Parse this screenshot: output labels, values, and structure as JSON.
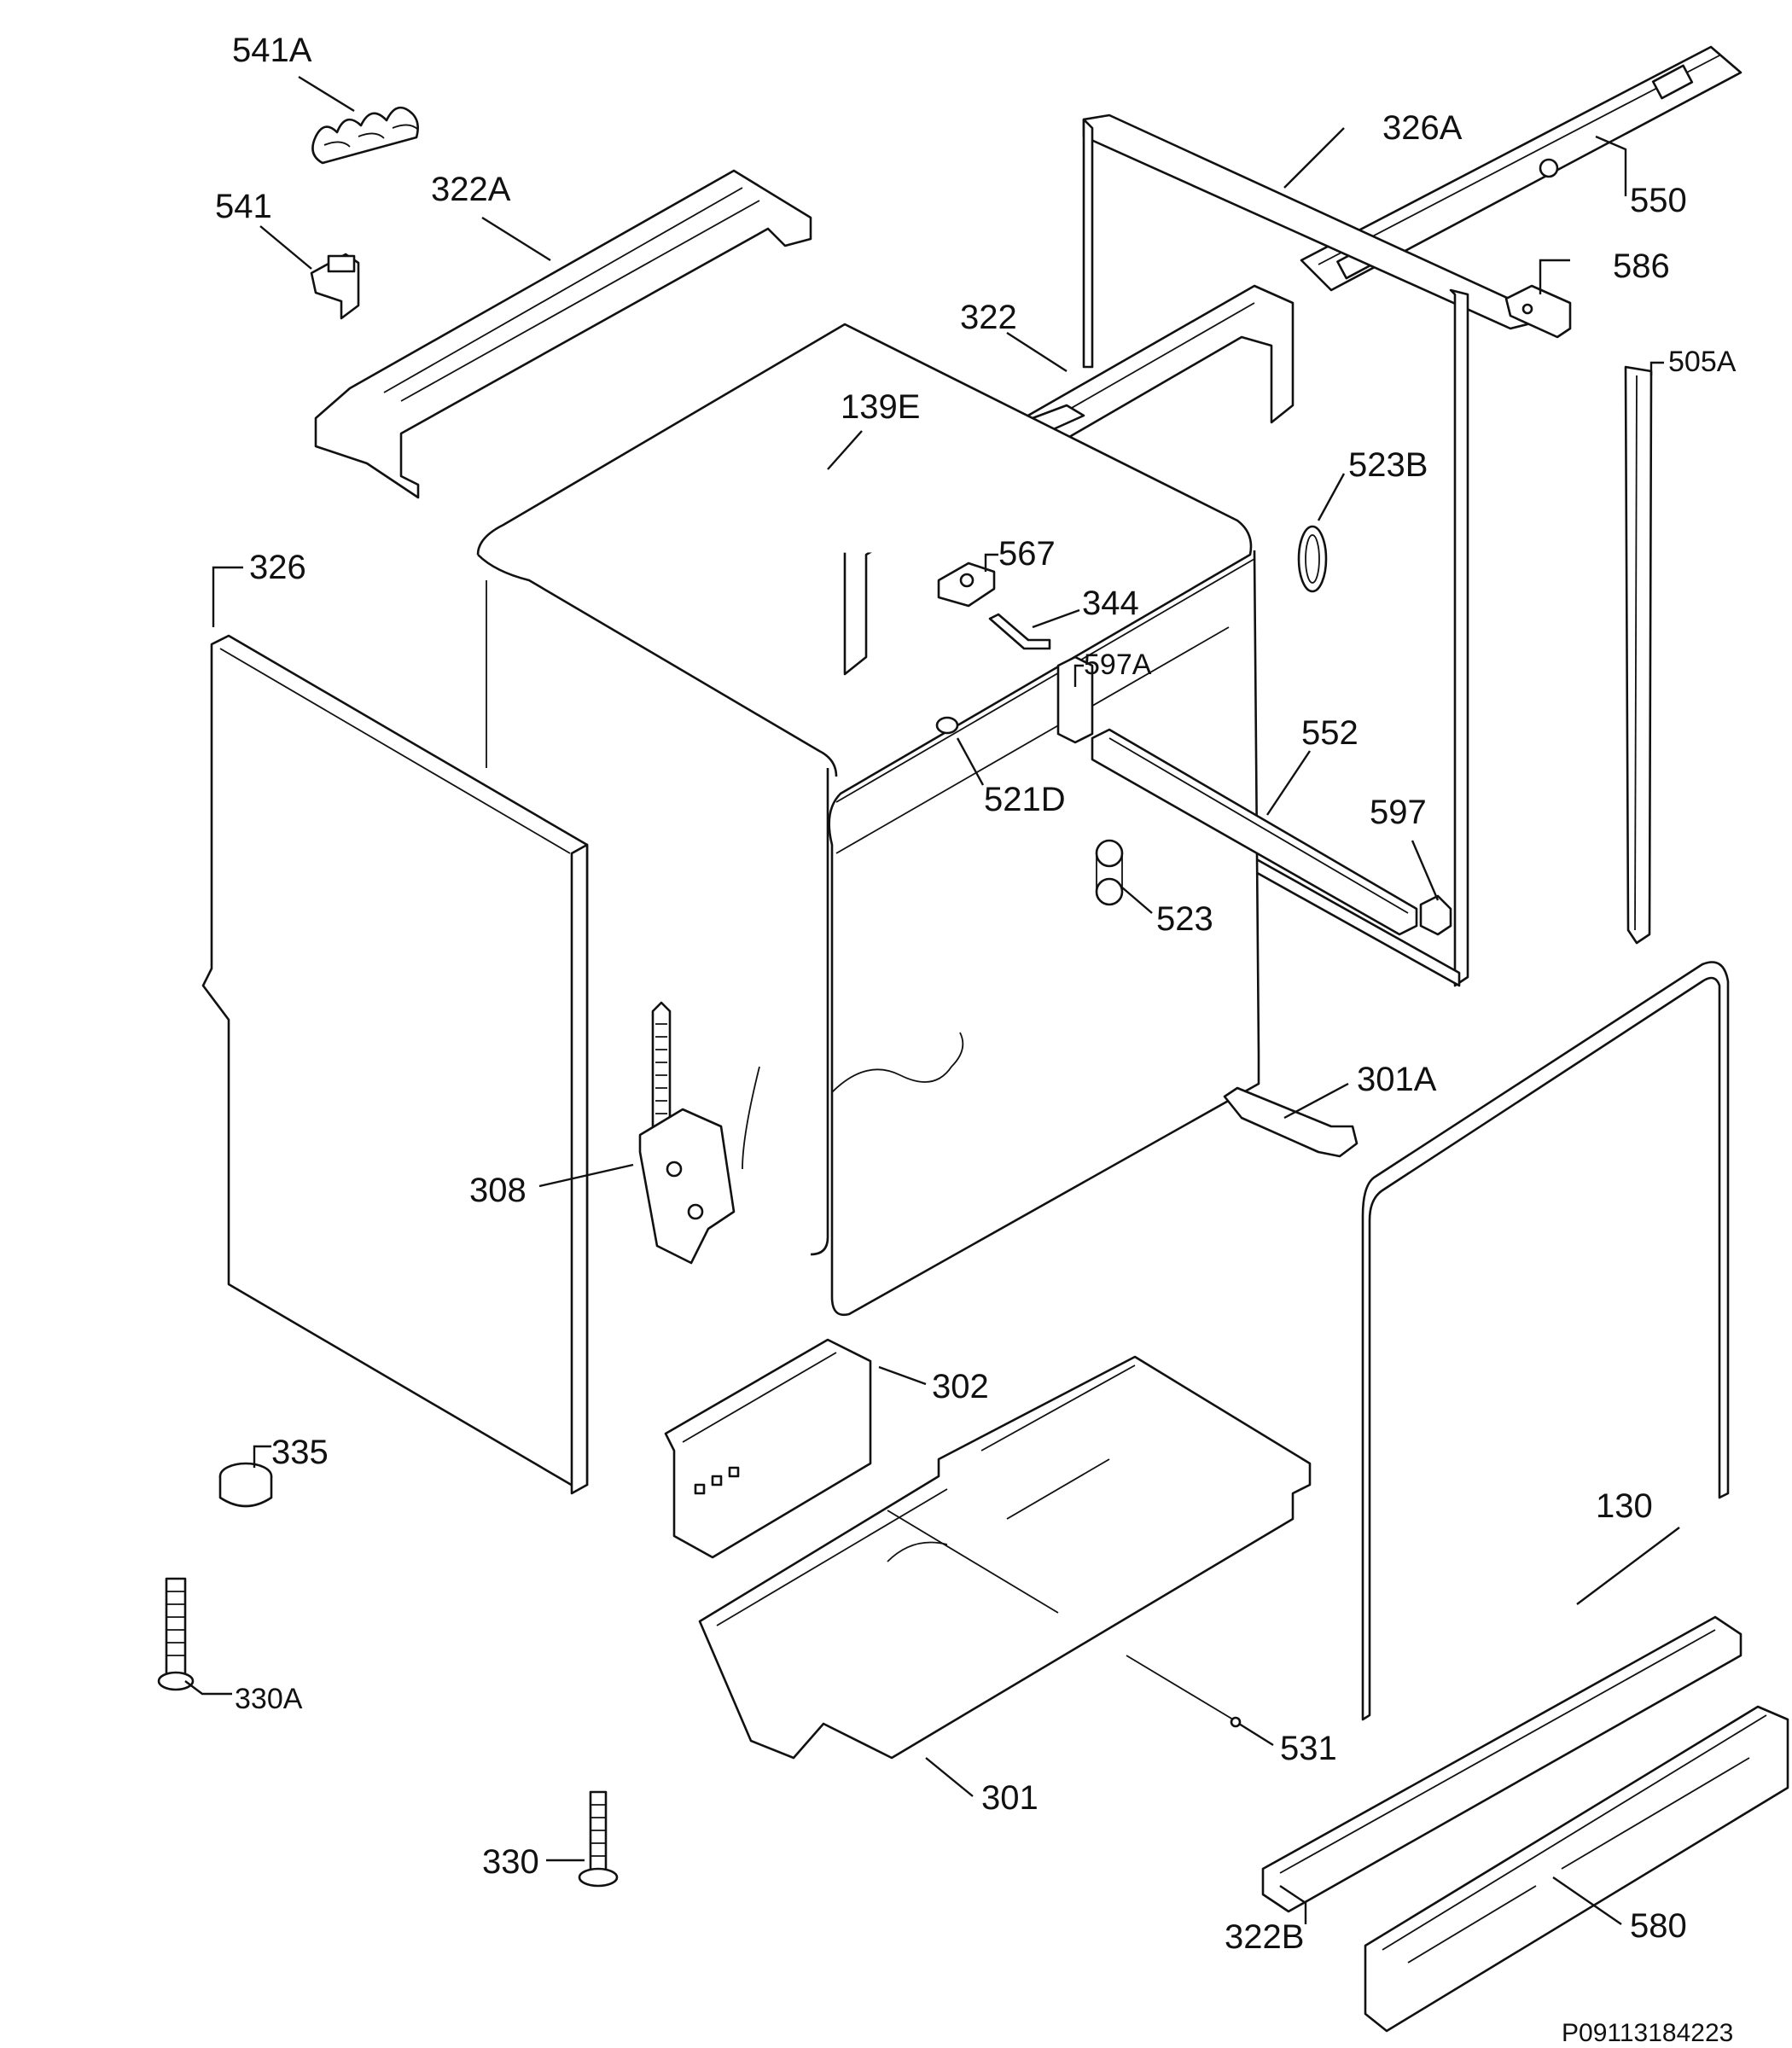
{
  "labels": [
    {
      "id": "541A",
      "text": "541A"
    },
    {
      "id": "541",
      "text": "541"
    },
    {
      "id": "322A",
      "text": "322A"
    },
    {
      "id": "326A",
      "text": "326A"
    },
    {
      "id": "550",
      "text": "550"
    },
    {
      "id": "586",
      "text": "586"
    },
    {
      "id": "322",
      "text": "322"
    },
    {
      "id": "505A",
      "text": "505A"
    },
    {
      "id": "139E",
      "text": "139E"
    },
    {
      "id": "523B",
      "text": "523B"
    },
    {
      "id": "326",
      "text": "326"
    },
    {
      "id": "567",
      "text": "567"
    },
    {
      "id": "344",
      "text": "344"
    },
    {
      "id": "597A",
      "text": "597A"
    },
    {
      "id": "552",
      "text": "552"
    },
    {
      "id": "521D",
      "text": "521D"
    },
    {
      "id": "597",
      "text": "597"
    },
    {
      "id": "523",
      "text": "523"
    },
    {
      "id": "301A",
      "text": "301A"
    },
    {
      "id": "308",
      "text": "308"
    },
    {
      "id": "302",
      "text": "302"
    },
    {
      "id": "335",
      "text": "335"
    },
    {
      "id": "130",
      "text": "130"
    },
    {
      "id": "330A",
      "text": "330A"
    },
    {
      "id": "531",
      "text": "531"
    },
    {
      "id": "301",
      "text": "301"
    },
    {
      "id": "330",
      "text": "330"
    },
    {
      "id": "322B",
      "text": "322B"
    },
    {
      "id": "580",
      "text": "580"
    }
  ],
  "reference_code": "P09113184223"
}
